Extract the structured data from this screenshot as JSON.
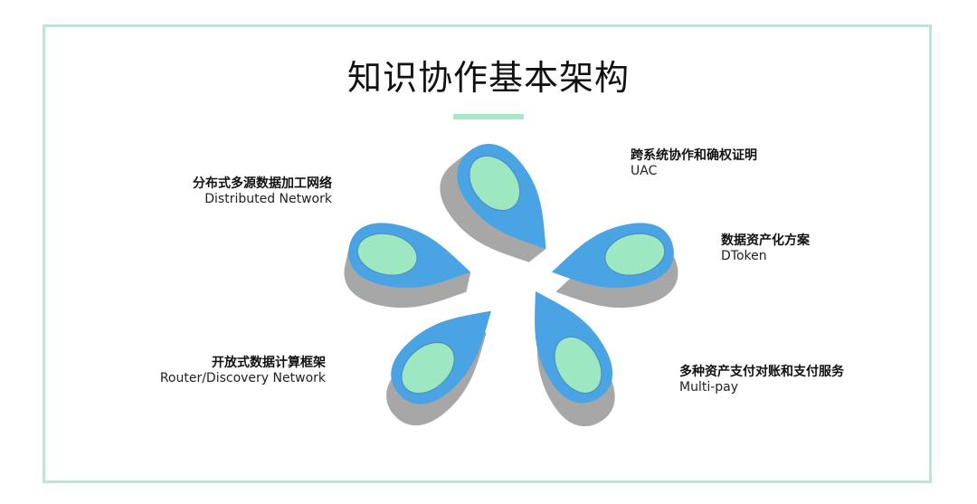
{
  "title": "知识协作基本架构",
  "colors": {
    "frame": "#b5ead2",
    "petal_top": "#4aa3e2",
    "petal_side": "#a7a7a7",
    "petal_side_dark": "#8e8e8e",
    "petal_inner": "#9de8c2",
    "underline": "#a8e6c8"
  },
  "items": [
    {
      "cn": "跨系统协作和确权证明",
      "en": "UAC"
    },
    {
      "cn": "数据资产化方案",
      "en": "DToken"
    },
    {
      "cn": "多种资产支付对账和支付服务",
      "en": "Multi-pay"
    },
    {
      "cn": "开放式数据计算框架",
      "en": "Router/Discovery Network"
    },
    {
      "cn": "分布式多源数据加工网络",
      "en": "Distributed Network"
    }
  ]
}
